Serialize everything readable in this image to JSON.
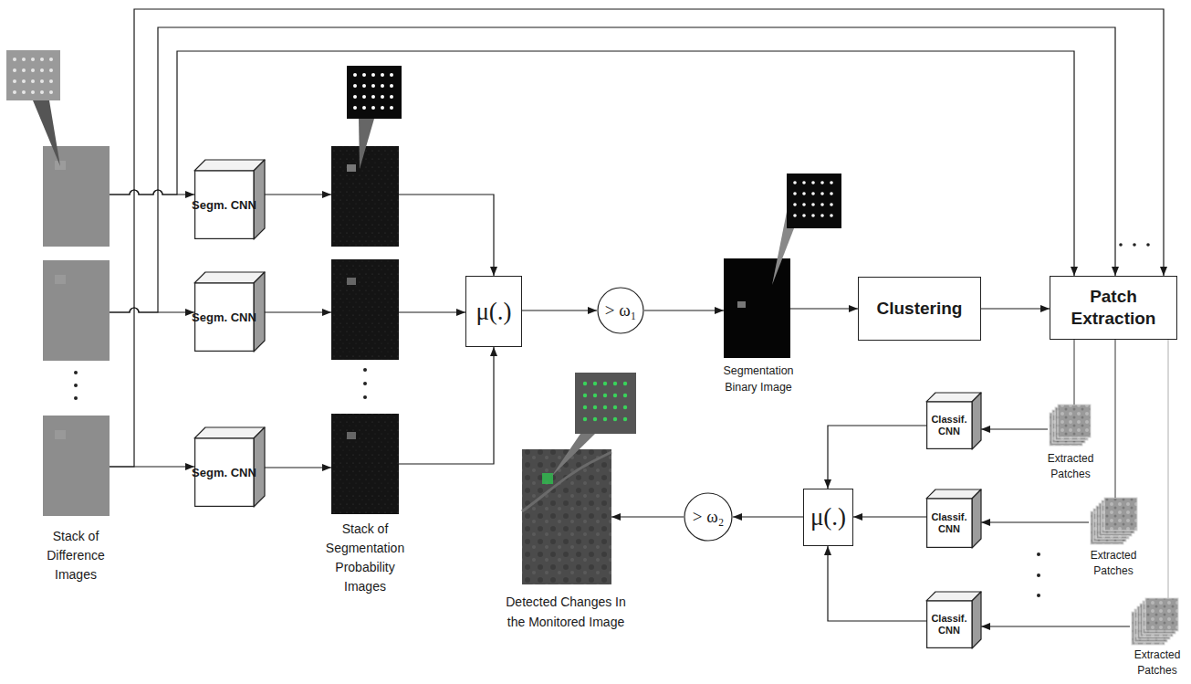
{
  "diagram": {
    "nodes": [
      {
        "text": [
          "Stack of Difference Images"
        ]
      },
      {
        "text": [
          "Segm. CNN"
        ]
      },
      {
        "text": [
          "Segm. CNN"
        ]
      },
      {
        "text": [
          "Segm. CNN"
        ]
      },
      {
        "text": [
          "Stack of Segmentation Probability Images"
        ]
      },
      {
        "text": [
          "μ(.)"
        ]
      },
      {
        "text": [
          "> ω₁"
        ]
      },
      {
        "text": [
          "Segmentation Binary Image"
        ]
      },
      {
        "text": [
          "Clustering"
        ]
      },
      {
        "text": [
          "Patch Extraction"
        ]
      },
      {
        "text": [
          "Extracted Patches"
        ]
      },
      {
        "text": [
          "Extracted Patches"
        ]
      },
      {
        "text": [
          "Extracted Patches"
        ]
      },
      {
        "text": [
          "Classif. CNN"
        ]
      },
      {
        "text": [
          "Classif. CNN"
        ]
      },
      {
        "text": [
          "Classif. CNN"
        ]
      },
      {
        "text": [
          "μ(.)"
        ]
      },
      {
        "text": [
          "> ω₂"
        ]
      },
      {
        "text": [
          "Detected Changes In the Monitored Image"
        ]
      }
    ],
    "edges": [
      {
        "from": 0,
        "to": 1,
        "arrow": "to"
      },
      {
        "from": 0,
        "to": 2,
        "arrow": "to"
      },
      {
        "from": 0,
        "to": 3,
        "arrow": "to"
      },
      {
        "from": 1,
        "to": 4,
        "arrow": "to"
      },
      {
        "from": 2,
        "to": 4,
        "arrow": "to"
      },
      {
        "from": 3,
        "to": 4,
        "arrow": "to"
      },
      {
        "from": 4,
        "to": 5,
        "arrow": "to"
      },
      {
        "from": 4,
        "to": 5,
        "arrow": "to"
      },
      {
        "from": 4,
        "to": 5,
        "arrow": "to"
      },
      {
        "from": 5,
        "to": 6,
        "arrow": "to"
      },
      {
        "from": 6,
        "to": 7,
        "arrow": "to"
      },
      {
        "from": 7,
        "to": 8,
        "arrow": "to"
      },
      {
        "from": 8,
        "to": 9,
        "arrow": "to"
      },
      {
        "from": 0,
        "to": 9,
        "arrow": "to"
      },
      {
        "from": 0,
        "to": 9,
        "arrow": "to"
      },
      {
        "from": 0,
        "to": 9,
        "arrow": "to"
      },
      {
        "from": 9,
        "to": 10,
        "arrow": "none"
      },
      {
        "from": 9,
        "to": 11,
        "arrow": "none"
      },
      {
        "from": 9,
        "to": 12,
        "arrow": "none"
      },
      {
        "from": 10,
        "to": 13,
        "arrow": "to"
      },
      {
        "from": 11,
        "to": 14,
        "arrow": "to"
      },
      {
        "from": 12,
        "to": 15,
        "arrow": "to"
      },
      {
        "from": 13,
        "to": 16,
        "arrow": "to"
      },
      {
        "from": 14,
        "to": 16,
        "arrow": "to"
      },
      {
        "from": 15,
        "to": 16,
        "arrow": "to"
      },
      {
        "from": 16,
        "to": 17,
        "arrow": "to"
      },
      {
        "from": 17,
        "to": 18,
        "arrow": "to"
      }
    ]
  }
}
